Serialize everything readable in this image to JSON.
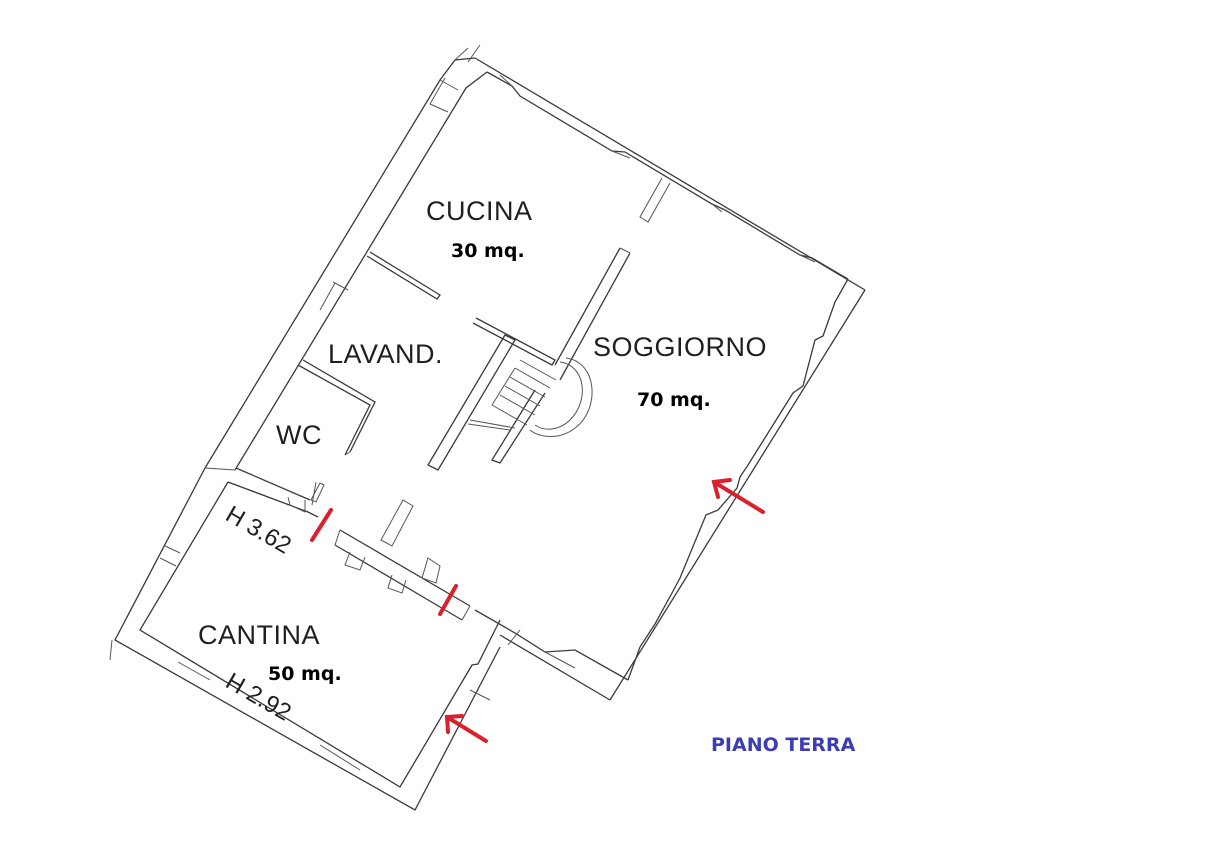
{
  "plan": {
    "title": "PIANO TERRA",
    "title_color": "#3c3cb4",
    "accent_color": "#d9212e",
    "rooms": [
      {
        "id": "cucina",
        "label": "CUCINA",
        "area": "30 mq."
      },
      {
        "id": "soggiorno",
        "label": "SOGGIORNO",
        "area": "70 mq."
      },
      {
        "id": "lavanderia",
        "label": "LAVAND."
      },
      {
        "id": "wc",
        "label": "WC"
      },
      {
        "id": "cantina",
        "label": "CANTINA",
        "area": "50 mq."
      }
    ],
    "heights": [
      {
        "id": "h-upper",
        "label": "H 3.62"
      },
      {
        "id": "h-cantina",
        "label": "H 2.92"
      }
    ],
    "markers": {
      "entrance_arrows": 2,
      "divider_ticks": 2
    }
  }
}
